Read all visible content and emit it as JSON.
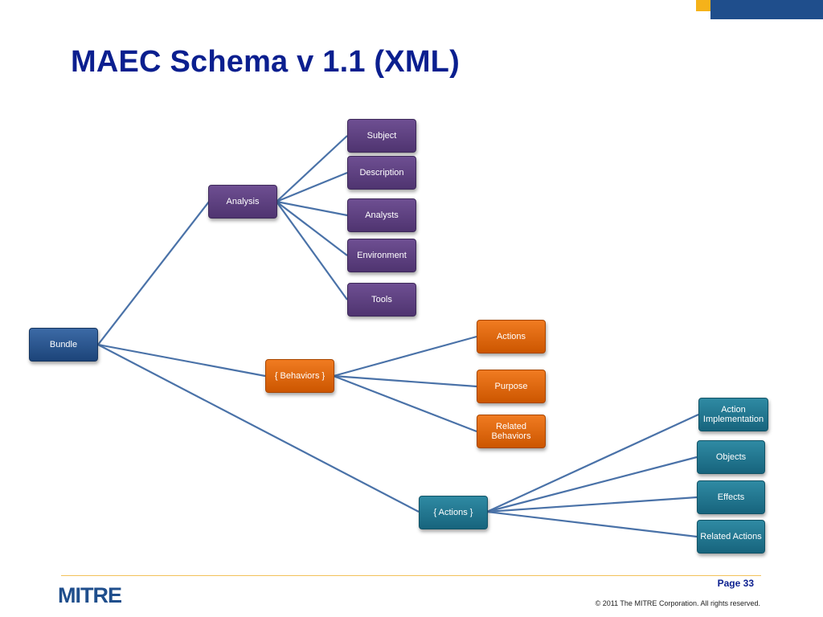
{
  "slide": {
    "title": "MAEC Schema v 1.1 (XML)",
    "page_label": "Page  33",
    "copyright": "© 2011 The MITRE Corporation. All rights reserved.",
    "logo_text": "MITRE"
  },
  "colors": {
    "title": "#0b1f8f",
    "root": "#2a5590",
    "analysis": "#5e4180",
    "behaviors": "#e56a12",
    "actions": "#237590",
    "connector": "#4a72a8",
    "accent_bar": "#1f4e8c",
    "accent_square": "#f5b21a"
  },
  "diagram": {
    "root": {
      "label": "Bundle"
    },
    "analysis": {
      "label": "Analysis",
      "children": [
        "Subject",
        "Description",
        "Analysts",
        "Environment",
        "Tools"
      ]
    },
    "behaviors": {
      "label": "{ Behaviors }",
      "children": [
        "Actions",
        "Purpose",
        "Related Behaviors"
      ]
    },
    "actions": {
      "label": "{ Actions }",
      "children": [
        "Action Implementation",
        "Objects",
        "Effects",
        "Related Actions"
      ]
    }
  }
}
